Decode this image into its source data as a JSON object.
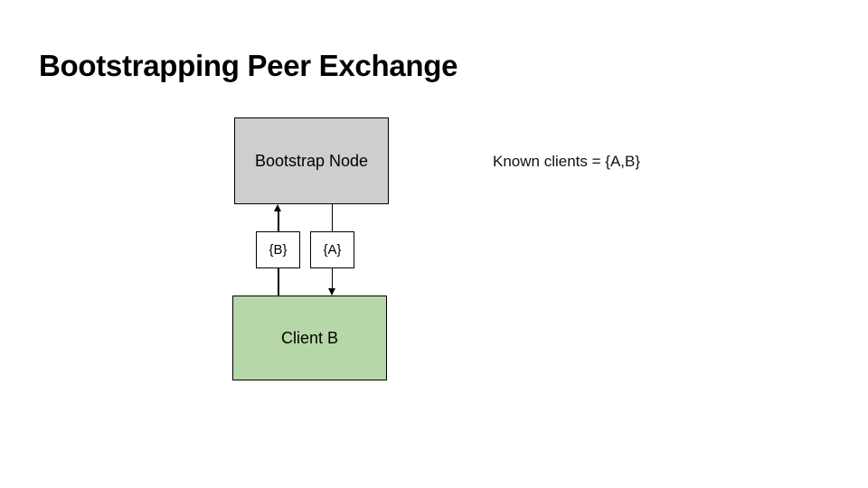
{
  "slide": {
    "title": "Bootstrapping Peer Exchange",
    "background": "#ffffff",
    "annotation": "Known clients = {A,B}"
  },
  "diagram": {
    "nodes": {
      "bootstrap": {
        "label": "Bootstrap Node",
        "fill": "#cecece",
        "border": "#000000"
      },
      "client_b": {
        "label": "Client B",
        "fill": "#b6d7a8",
        "border": "#000000"
      }
    },
    "edges": [
      {
        "label": "{B}",
        "from": "Client B",
        "to": "Bootstrap Node",
        "direction": "up"
      },
      {
        "label": "{A}",
        "from": "Bootstrap Node",
        "to": "Client B",
        "direction": "down"
      }
    ]
  }
}
